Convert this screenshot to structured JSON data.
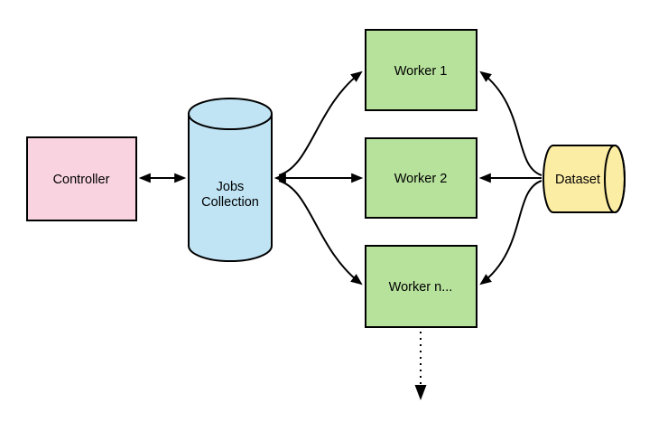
{
  "diagram": {
    "type": "architecture-flow-diagram",
    "colors": {
      "background": "#ffffff",
      "line": "#000000",
      "controller_fill": "#f9d3df",
      "jobs_collection_fill": "#c0e4f4",
      "worker_fill": "#b7e29c",
      "dataset_fill": "#fceda4"
    },
    "nodes": {
      "controller": {
        "label": "Controller",
        "shape": "rectangle"
      },
      "jobs_collection": {
        "label_line1": "Jobs",
        "label_line2": "Collection",
        "shape": "cylinder-vertical"
      },
      "worker1": {
        "label": "Worker 1",
        "shape": "rectangle"
      },
      "worker2": {
        "label": "Worker 2",
        "shape": "rectangle"
      },
      "worker_n": {
        "label": "Worker n...",
        "shape": "rectangle"
      },
      "dataset": {
        "label": "Dataset",
        "shape": "cylinder-horizontal"
      }
    },
    "edges": [
      {
        "from": "controller",
        "to": "jobs_collection",
        "arrows": "both",
        "style": "solid"
      },
      {
        "from": "jobs_collection",
        "to": "worker1",
        "arrows": "both",
        "style": "solid-curved"
      },
      {
        "from": "jobs_collection",
        "to": "worker2",
        "arrows": "both",
        "style": "solid"
      },
      {
        "from": "jobs_collection",
        "to": "worker_n",
        "arrows": "both",
        "style": "solid-curved"
      },
      {
        "from": "dataset",
        "to": "worker1",
        "arrows": "end",
        "style": "solid-curved"
      },
      {
        "from": "dataset",
        "to": "worker2",
        "arrows": "end",
        "style": "solid"
      },
      {
        "from": "dataset",
        "to": "worker_n",
        "arrows": "end",
        "style": "solid-curved"
      },
      {
        "from": "worker_n",
        "to": "continuation-below",
        "arrows": "end",
        "style": "dotted"
      }
    ]
  }
}
